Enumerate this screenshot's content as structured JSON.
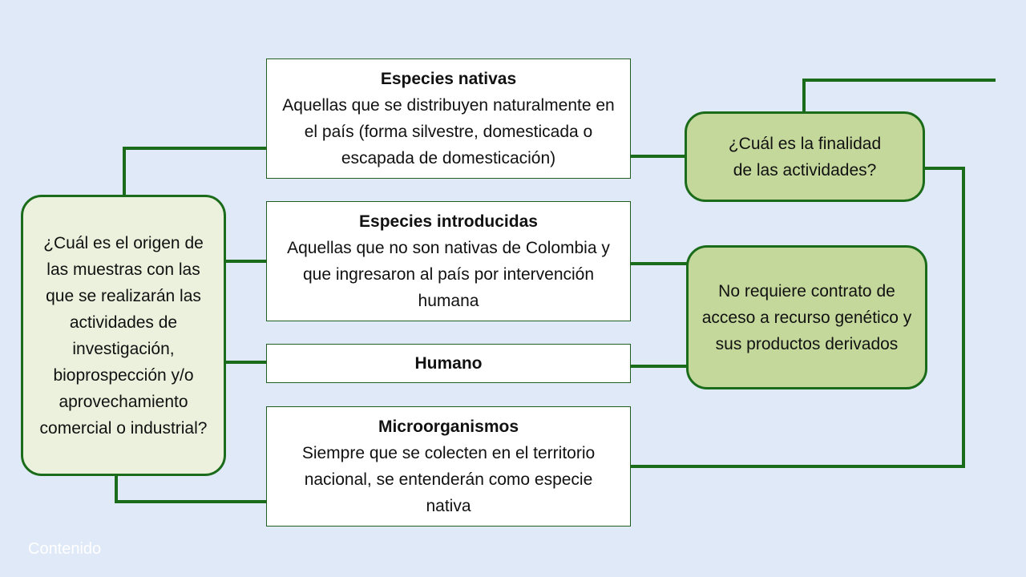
{
  "question_origin": "¿Cuál es el origen de las muestras con las que se realizarán las actividades de investigación, bioprospección y/o aprovechamiento comercial o industrial?",
  "categories": [
    {
      "title": "Especies nativas",
      "description": "Aquellas que se distribuyen naturalmente en el país (forma silvestre, domesticada o escapada de domesticación)"
    },
    {
      "title": "Especies introducidas",
      "description": "Aquellas que no son nativas de Colombia y que ingresaron al país por intervención humana"
    },
    {
      "title": "Humano",
      "description": ""
    },
    {
      "title": "Microorganismos",
      "description": "Siempre que se colecten en el territorio nacional, se entenderán como especie nativa"
    }
  ],
  "question_purpose": "¿Cuál es la finalidad de las actividades?",
  "result_no_contract": "No requiere contrato de acceso a recurso genético y sus productos derivados",
  "footer_label": "Contenido",
  "colors": {
    "background": "#dfe9f7",
    "connector": "#1a6b1a",
    "light_fill": "#ebf1dd",
    "mid_fill": "#c4d89b",
    "box_border": "#1f5e1f"
  }
}
